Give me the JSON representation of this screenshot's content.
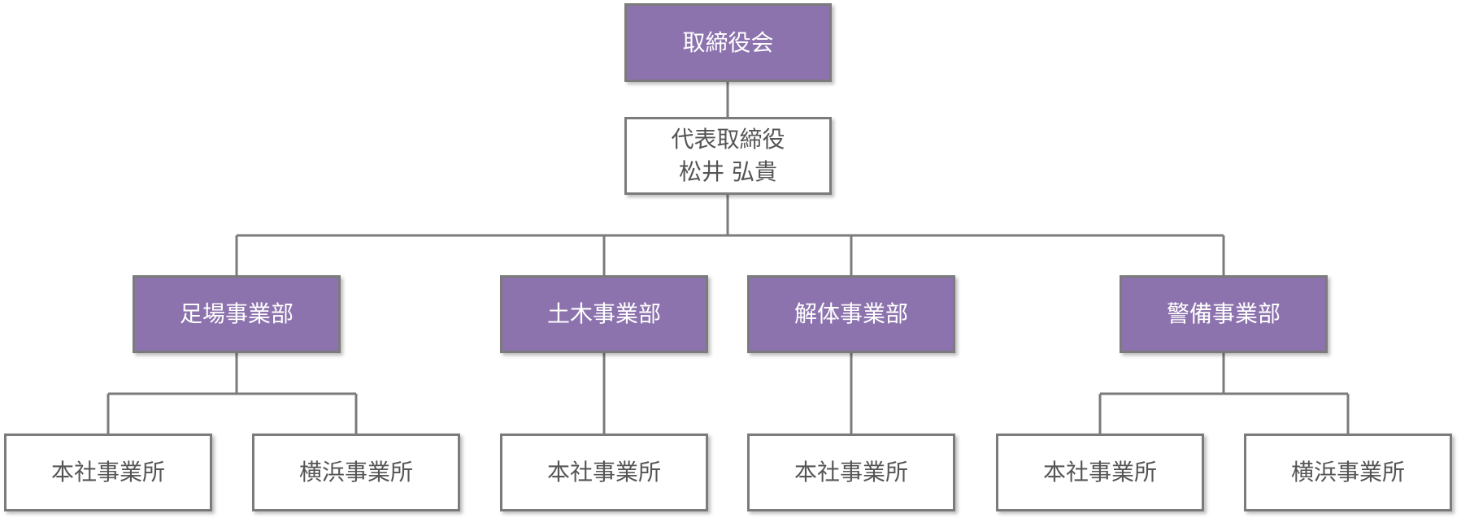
{
  "colors": {
    "purple": "#8c73ae",
    "line": "#7b7b7b",
    "dark_text": "#555555"
  },
  "board": {
    "label": "取締役会"
  },
  "president": {
    "title": "代表取締役",
    "name": "松井 弘貴"
  },
  "divisions": [
    {
      "label": "足場事業部",
      "offices": [
        "本社事業所",
        "横浜事業所"
      ]
    },
    {
      "label": "土木事業部",
      "offices": [
        "本社事業所"
      ]
    },
    {
      "label": "解体事業部",
      "offices": [
        "本社事業所"
      ]
    },
    {
      "label": "警備事業部",
      "offices": [
        "本社事業所",
        "横浜事業所"
      ]
    }
  ]
}
